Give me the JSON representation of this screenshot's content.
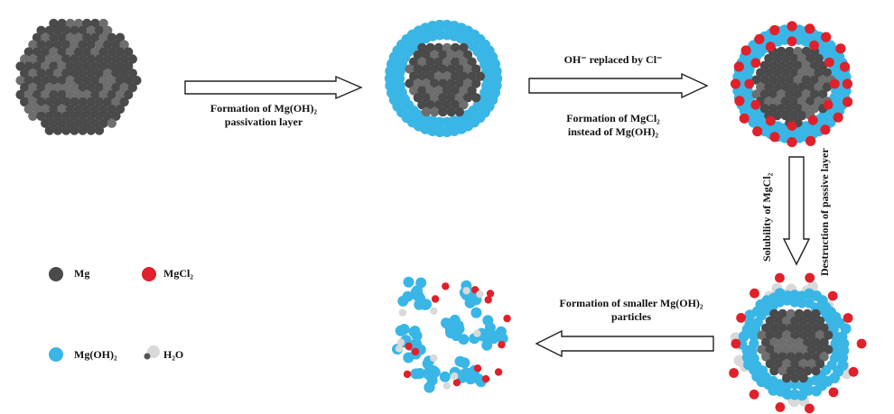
{
  "labels": {
    "step1": {
      "line1": "Formation of Mg(OH)₂",
      "line2": "passivation layer"
    },
    "step2_top": "OH⁻ replaced by Cl⁻",
    "step2_bottom": {
      "line1": "Formation of MgCl₂",
      "line2": "instead of Mg(OH)₂"
    },
    "step3_left": "Solubility of MgCl₂",
    "step3_right": "Destruction of passive layer",
    "step4": {
      "line1": "Formation of smaller Mg(OH)₂",
      "line2": "particles"
    }
  },
  "legend": [
    {
      "name": "Mg",
      "label": "Mg",
      "color": "#4a4a4a"
    },
    {
      "name": "MgCl2",
      "label": "MgCl₂",
      "color": "#e0202a"
    },
    {
      "name": "MgOH2",
      "label": "Mg(OH)₂",
      "color": "#39b6e6"
    },
    {
      "name": "H2O",
      "label": "H₂O",
      "color": "#d9d9d9"
    }
  ],
  "colors": {
    "mg": "#4a4a4a",
    "mg_light": "#6e6e6e",
    "mgoh2": "#39b6e6",
    "mgcl2": "#e0202a",
    "h2o": "#d9d9d9",
    "arrow_stroke": "#222222"
  }
}
